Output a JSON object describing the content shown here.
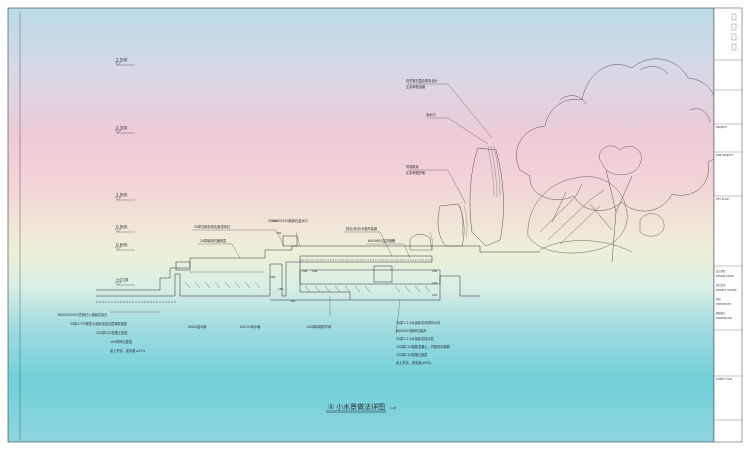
{
  "levels": [
    {
      "label": "2.500"
    },
    {
      "label": "2.300"
    },
    {
      "label": "1.900"
    },
    {
      "label": "0.900"
    },
    {
      "label": "0.600"
    },
    {
      "label": "±0.00"
    }
  ],
  "top_notes": [
    {
      "text": "自然置石围合跌泉设计"
    },
    {
      "text": "生态种植池塘"
    },
    {
      "text": "灌水口"
    },
    {
      "text": "阶梯跌泉"
    },
    {
      "text": "生态种植护坡"
    }
  ],
  "upper_notes": [
    {
      "text": "30厚芝麻灰烧毛面花岗石"
    },
    {
      "text": "20厚鹅卵石铺底层"
    },
    {
      "text": "300X300X30鹅卵石溢水口"
    },
    {
      "text": "拆石(砂)补水循环装置"
    },
    {
      "text": "600X600溢流格栅"
    }
  ],
  "left_notes": [
    {
      "text": "600X300X30芝麻白火烧面花岗石"
    },
    {
      "text": "30厚1:3干硬性水泥砂浆结合层满浆嵌缝"
    },
    {
      "text": "100厚C20混凝土垫层"
    },
    {
      "text": "100厚碎石垫层"
    },
    {
      "text": "素土夯实，密实度≥93%"
    }
  ],
  "bottom_notes": [
    {
      "text": "DN50溢水管"
    },
    {
      "text": "DN150排水管"
    },
    {
      "text": "120厚砖砌防护墙"
    }
  ],
  "right_notes": [
    {
      "text": "30厚1:2.5水泥砂浆内掺防水剂"
    },
    {
      "text": "600X300鹅卵石装饰"
    },
    {
      "text": "30厚1:2.5水泥砂浆找平层"
    },
    {
      "text": "100厚C20钢筋混凝土，内配双向钢筋"
    },
    {
      "text": "100厚C20混凝土垫层"
    },
    {
      "text": "素土夯实，密实度≥93%"
    }
  ],
  "dims": [
    {
      "text": "200"
    },
    {
      "text": "100"
    },
    {
      "text": "300"
    },
    {
      "text": "150"
    },
    {
      "text": "250"
    },
    {
      "text": "200"
    },
    {
      "text": "100"
    },
    {
      "text": "250"
    },
    {
      "text": "150"
    },
    {
      "text": "120"
    }
  ],
  "drawing_title": {
    "number": "①",
    "text": "小水景做法详图",
    "scale": "1:20"
  },
  "title_block": {
    "project_label": "PROJECT",
    "sub_project_label": "SUB PROJECT",
    "key_plan_label": "KEY PLAN",
    "sheet_title_label": "SHEET TITLE",
    "rows": [
      {
        "text": "设计阶段"
      },
      {
        "text": "DESIGN STAGE"
      },
      {
        "text": "项目负责"
      },
      {
        "text": "PROJECT LEADER"
      },
      {
        "text": "审核"
      },
      {
        "text": "CHECKED BY"
      },
      {
        "text": "图纸编号"
      },
      {
        "text": "DRAWING NO."
      }
    ]
  }
}
